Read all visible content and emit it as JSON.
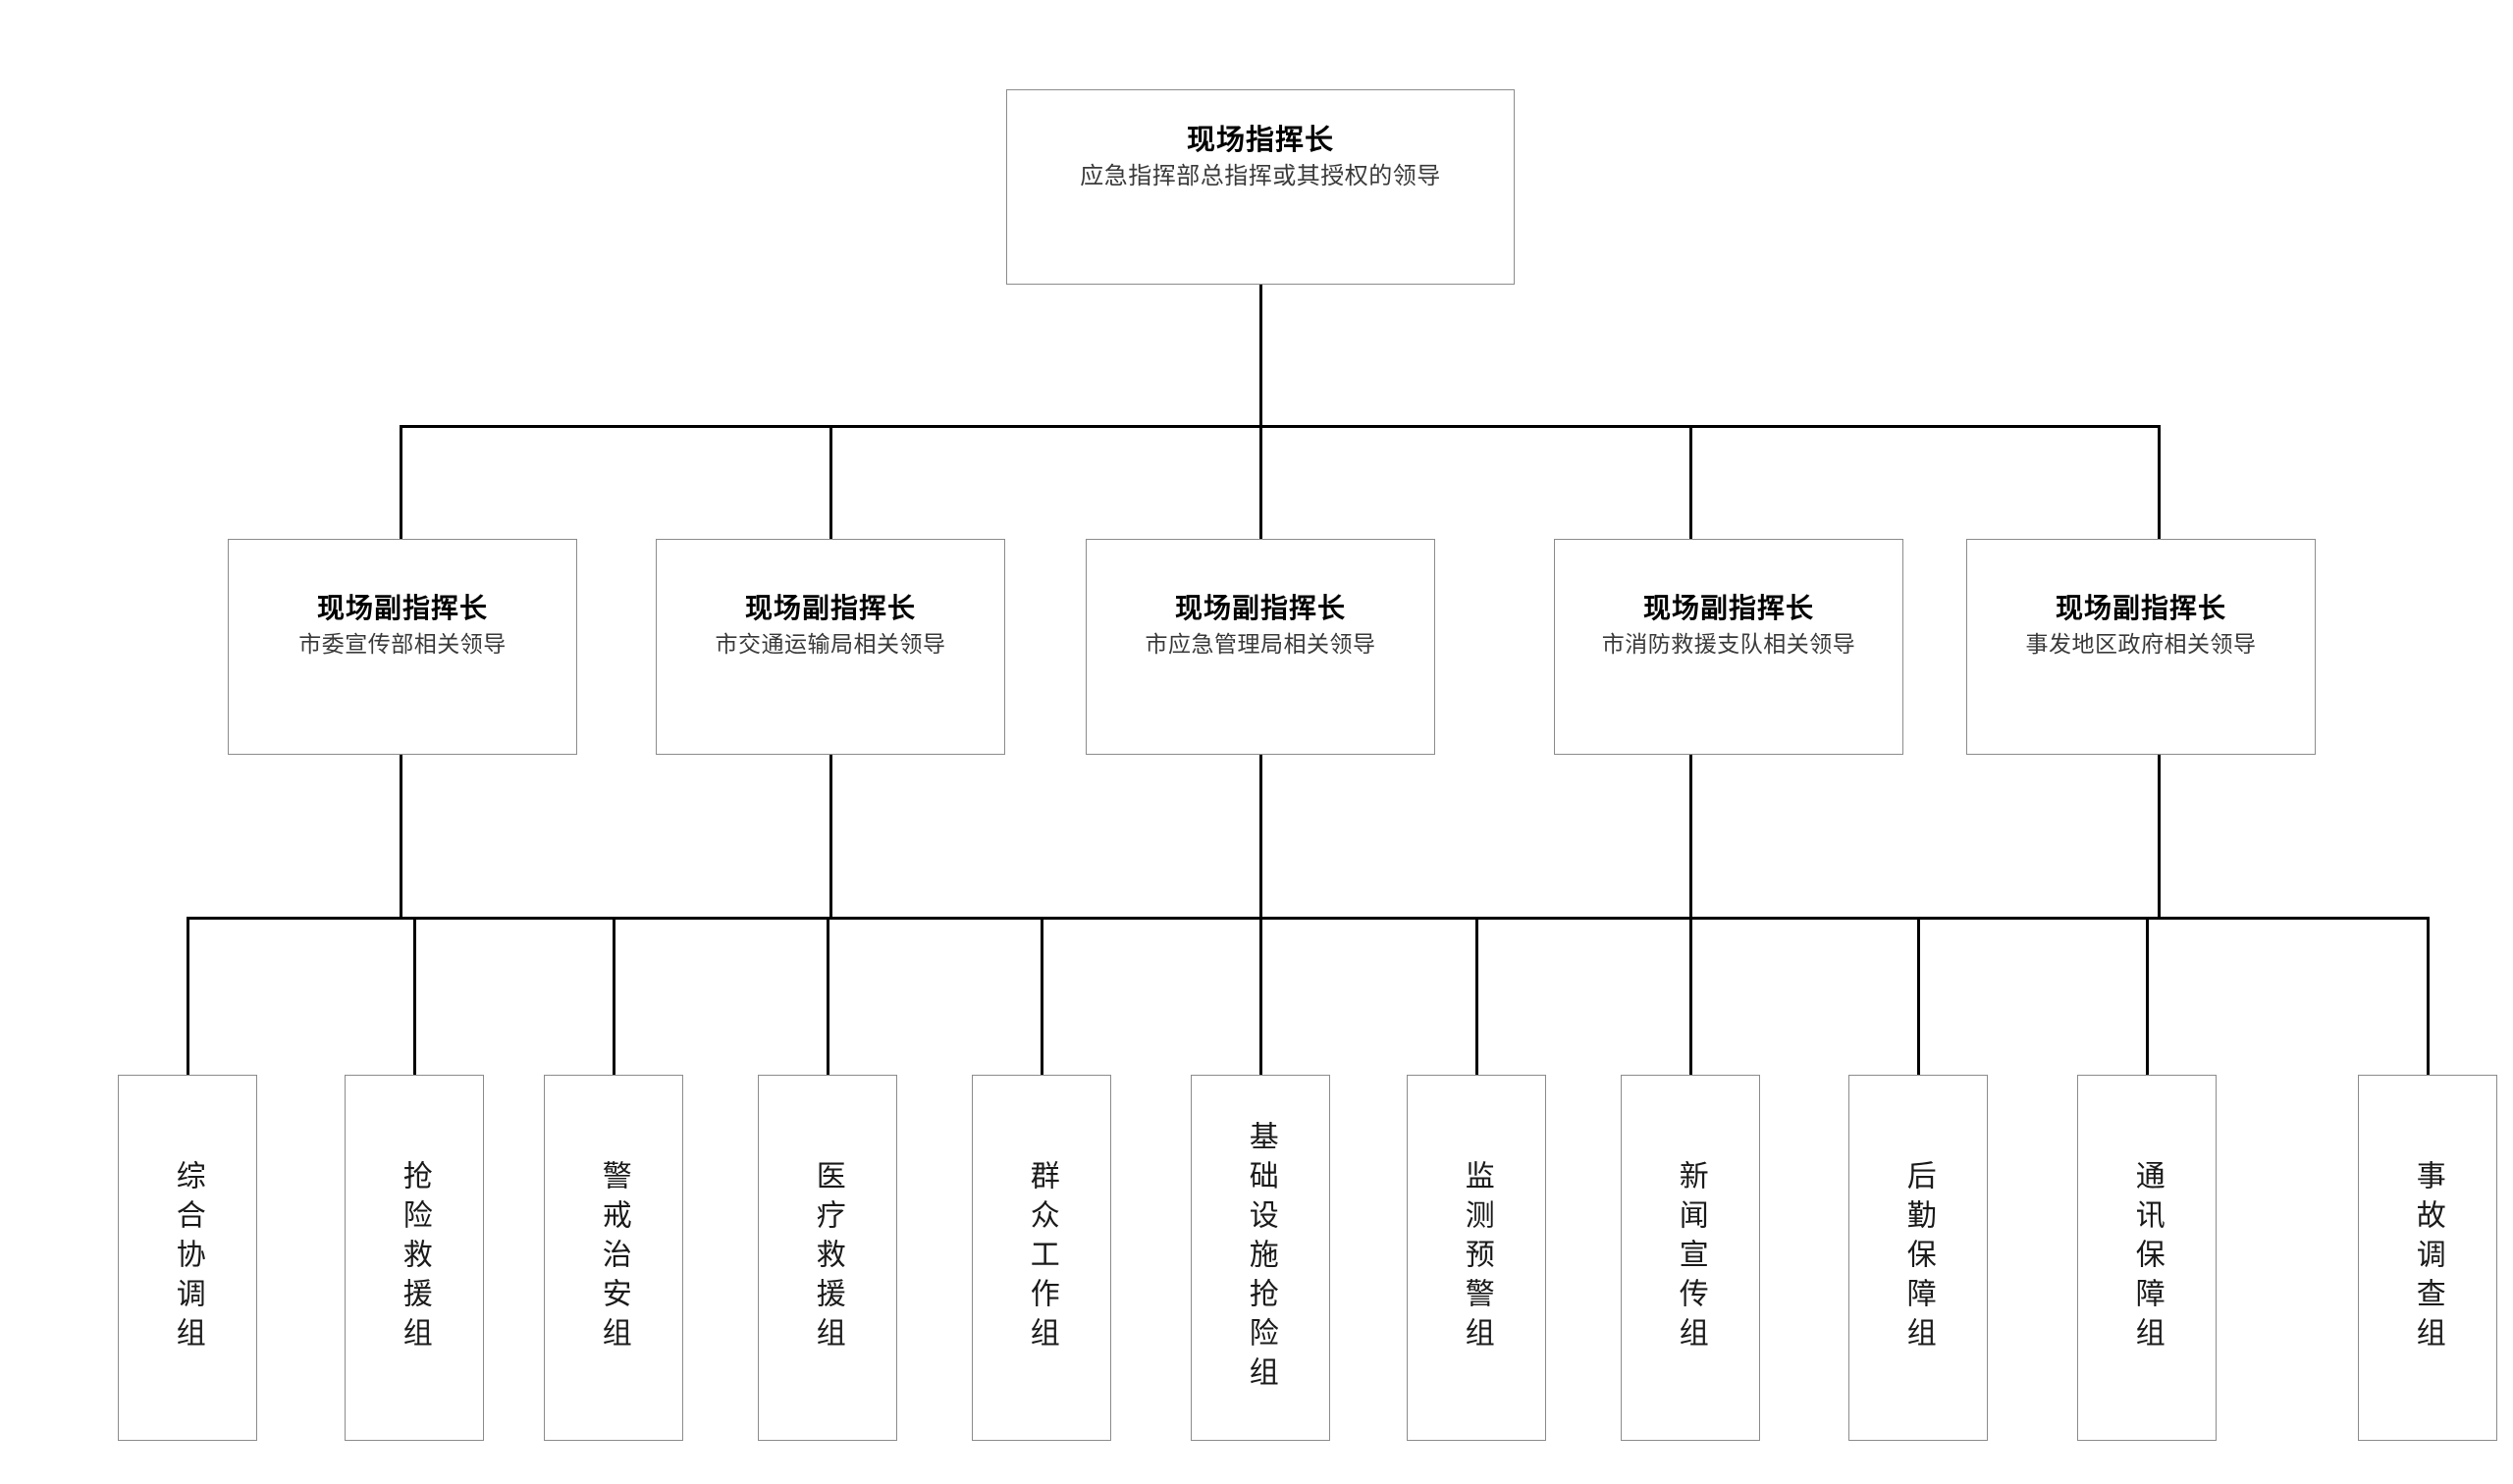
{
  "diagram": {
    "type": "org-chart",
    "orientation": "top-down",
    "levels": 3,
    "line_color": "#000000",
    "box_border_color": "#8c8c8c",
    "background_color": "#ffffff"
  },
  "level1": {
    "title": "现场指挥长",
    "subtitle": "应急指挥部总指挥或其授权的领导"
  },
  "level2": [
    {
      "title": "现场副指挥长",
      "subtitle": "市委宣传部相关领导"
    },
    {
      "title": "现场副指挥长",
      "subtitle": "市交通运输局相关领导"
    },
    {
      "title": "现场副指挥长",
      "subtitle": "市应急管理局相关领导"
    },
    {
      "title": "现场副指挥长",
      "subtitle": "市消防救援支队相关领导"
    },
    {
      "title": "现场副指挥长",
      "subtitle": "事发地区政府相关领导"
    }
  ],
  "level3": [
    {
      "label": "综合协调组"
    },
    {
      "label": "抢险救援组"
    },
    {
      "label": "警戒治安组"
    },
    {
      "label": "医疗救援组"
    },
    {
      "label": "群众工作组"
    },
    {
      "label": "基础设施抢险组"
    },
    {
      "label": "监测预警组"
    },
    {
      "label": "新闻宣传组"
    },
    {
      "label": "后勤保障组"
    },
    {
      "label": "通讯保障组"
    },
    {
      "label": "事故调查组"
    }
  ]
}
